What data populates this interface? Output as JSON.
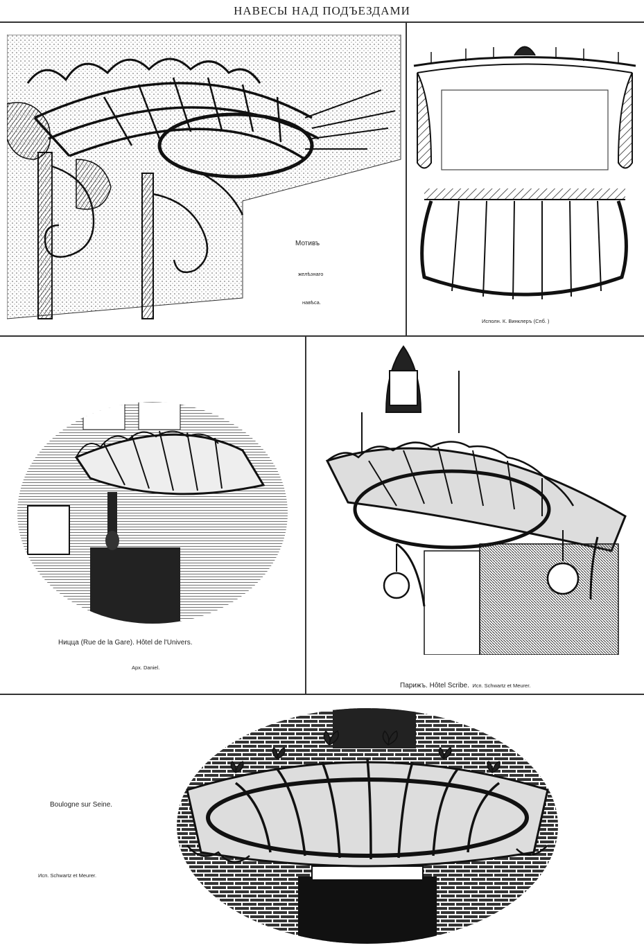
{
  "page": {
    "title": "НАВЕСЫ НАД ПОДЪЕЗДАМИ"
  },
  "panel1": {
    "caption_line1": "Мотивъ",
    "caption_line2": "желѣзнаго",
    "caption_line3": "навѣса."
  },
  "panel2": {
    "caption": "Исполн. К. Винклеръ (Спб. )"
  },
  "panel3": {
    "caption": "Ницца (Rue de la Gare). Hôtel de l'Univers.",
    "subcaption": "Арх. Daniel."
  },
  "panel4": {
    "caption_main": "Парижъ. Hôtel Scribe.",
    "caption_small": "Исп. Schwartz et Meurer."
  },
  "panel5": {
    "caption": "Boulogne sur Seine.",
    "subcaption": "Исп. Schwartz et Meurer."
  },
  "colors": {
    "ink": "#111111",
    "paper": "#ffffff"
  }
}
